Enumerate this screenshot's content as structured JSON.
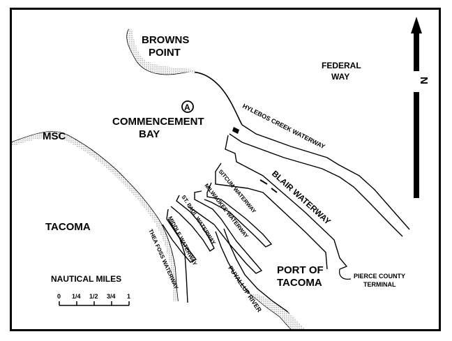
{
  "labels": {
    "browns_point": [
      "BROWNS",
      "POINT"
    ],
    "federal_way": [
      "FEDERAL",
      "WAY"
    ],
    "commencement_bay": [
      "COMMENCEMENT",
      "BAY"
    ],
    "msc": "MSC",
    "tacoma": "TACOMA",
    "port_of_tacoma": [
      "PORT OF",
      "TACOMA"
    ],
    "pierce_county_terminal": [
      "PIERCE COUNTY",
      "TERMINAL"
    ],
    "marker": "A"
  },
  "waterways": {
    "hylebos": "HYLEBOS CREEK WATERWAY",
    "blair": "BLAIR WATERWAY",
    "sitcum": "SITCUM WATERWAY",
    "milwaukee": "MILWAUKEE WATERWAY",
    "st_paul": "ST. PAUL WATERWAY",
    "middle": "MIDDLE WATERWAY",
    "thea_foss": "THEA FOSS WATERWAY",
    "puyallup": "PUYALLUP RIVER"
  },
  "scale": {
    "title": "NAUTICAL MILES",
    "ticks": [
      "0",
      "1/4",
      "1/2",
      "3/4",
      "1"
    ]
  },
  "north": "N"
}
